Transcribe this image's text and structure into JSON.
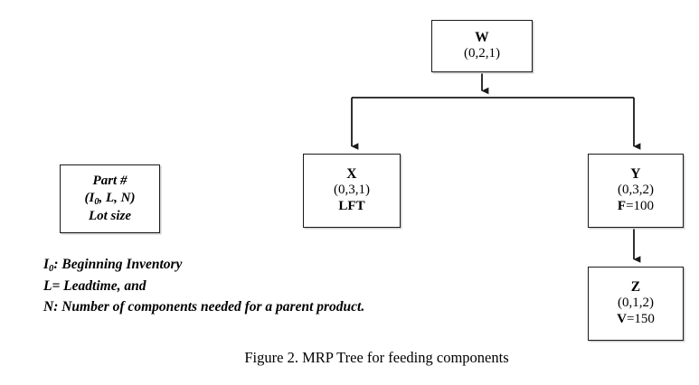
{
  "figure": {
    "caption": "Figure 2. MRP Tree for feeding components"
  },
  "legend": {
    "key_box": {
      "line1": "Part #",
      "line2_prefix": "(I",
      "line2_sub": "0",
      "line2_suffix": ", L, N)",
      "line3": "Lot size"
    },
    "notes": [
      {
        "prefix": "I",
        "sub": "0",
        "suffix": ": Beginning Inventory"
      },
      {
        "prefix": "L",
        "sub": "",
        "suffix": "= Leadtime, and"
      },
      {
        "prefix": "N",
        "sub": "",
        "suffix": ": Number of components needed for a parent product."
      }
    ]
  },
  "tree": {
    "nodes": [
      {
        "id": "W",
        "code": "W",
        "triple": "(0,2,1)",
        "extra_label": "",
        "extra_value": ""
      },
      {
        "id": "X",
        "code": "X",
        "triple": "(0,3,1)",
        "extra_label": "LFT",
        "extra_value": ""
      },
      {
        "id": "Y",
        "code": "Y",
        "triple": "(0,3,2)",
        "extra_label": "F",
        "extra_value": "=100"
      },
      {
        "id": "Z",
        "code": "Z",
        "triple": "(0,1,2)",
        "extra_label": "V",
        "extra_value": "=150"
      }
    ],
    "edges": [
      {
        "from": "W",
        "to": "bus",
        "name": "edge-w-to-bus"
      },
      {
        "from": "bus",
        "to": "X",
        "name": "edge-bus-to-x"
      },
      {
        "from": "bus",
        "to": "Y",
        "name": "edge-bus-to-y"
      },
      {
        "from": "Y",
        "to": "Z",
        "name": "edge-y-to-z"
      }
    ]
  },
  "colors": {
    "stroke": "#1a1a1a",
    "box_shadow": "#cfcfcf",
    "background": "#ffffff"
  }
}
